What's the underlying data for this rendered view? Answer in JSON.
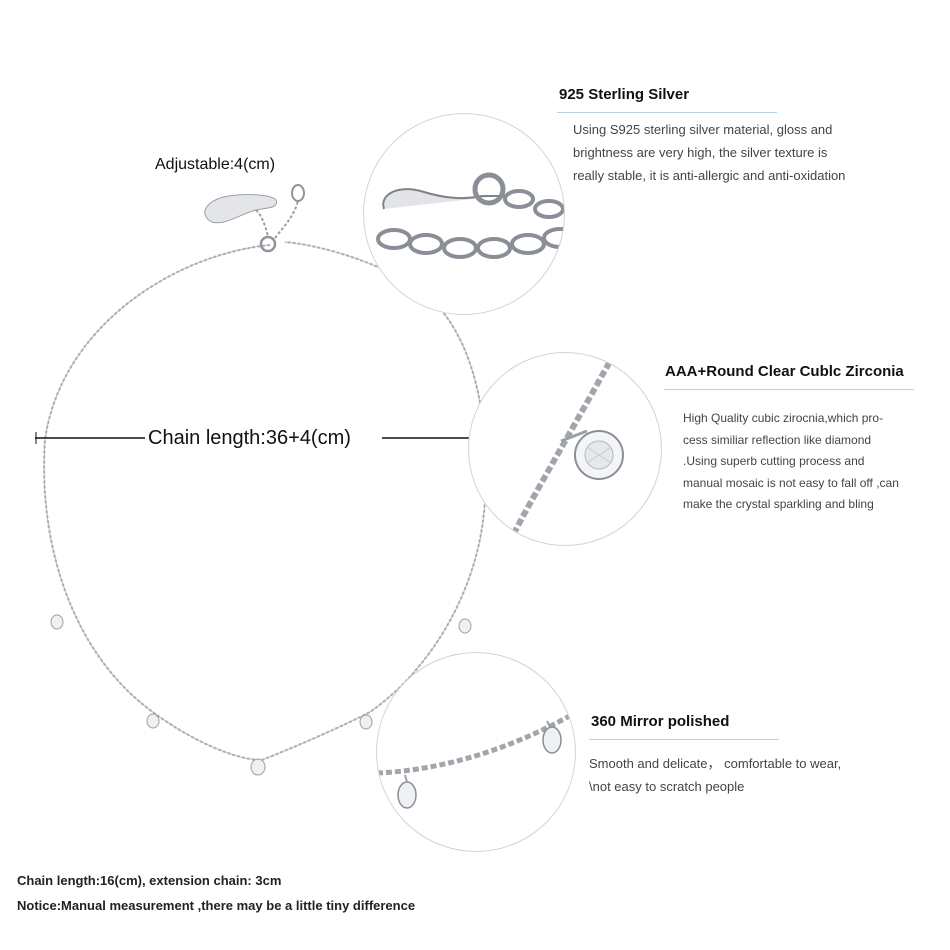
{
  "adjustable_label": "Adjustable:4(cm)",
  "chain_length_label": "Chain length:36+4(cm)",
  "features": [
    {
      "title": "925 Sterling Silver",
      "lines": [
        "Using S925 sterling silver material, gloss and",
        "brightness are very high, the silver texture is",
        "really stable, it is anti-allergic and anti-oxidation"
      ]
    },
    {
      "title": "AAA+Round Clear Cublc Zirconia",
      "lines": [
        "High Quality cubic zirocnia,which pro-",
        "cess similiar reflection like diamond",
        ".Using superb cutting process and",
        "manual mosaic is not easy to fall off ,can",
        "make the crystal sparkling and bling"
      ]
    },
    {
      "title": "360 Mirror polished",
      "lines": [
        "Smooth and delicate， comfortable to wear,",
        "\\not easy to scratch people"
      ]
    }
  ],
  "notes": {
    "chain_length": "Chain length:16(cm), extension chain: 3cm",
    "notice": "Notice:Manual measurement ,there may be a little tiny  difference"
  },
  "colors": {
    "silver": "#b8bcc2",
    "silver_dark": "#7d828a",
    "accent_rule": "#b9d3e6",
    "circle_border": "#d3d3d3"
  }
}
